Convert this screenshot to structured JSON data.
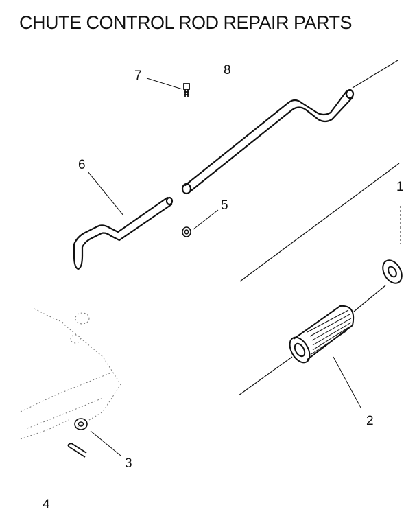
{
  "title": "CHUTE CONTROL ROD REPAIR PARTS",
  "callouts": {
    "p1": "1",
    "p2": "2",
    "p3": "3",
    "p4": "4",
    "p5": "5",
    "p6": "6",
    "p7": "7",
    "p8": "8"
  }
}
